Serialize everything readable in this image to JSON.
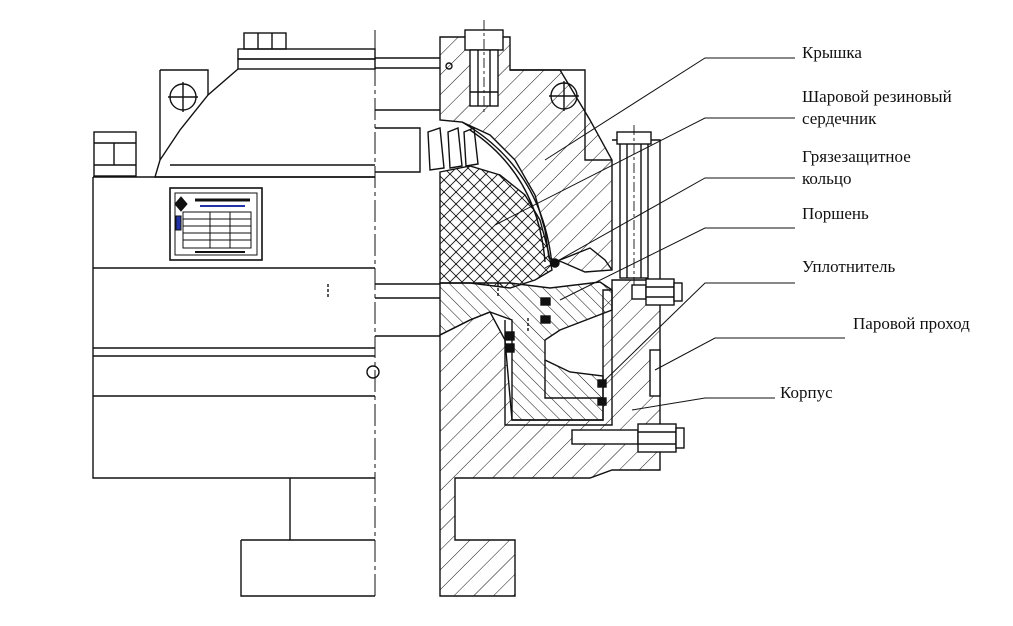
{
  "diagram": {
    "labels": [
      {
        "id": "cover",
        "text": "Крышка"
      },
      {
        "id": "rubber_core_1",
        "text": "Шаровой  резиновый"
      },
      {
        "id": "rubber_core_2",
        "text": "сердечник"
      },
      {
        "id": "dirt_ring_1",
        "text": "Грязезащитное"
      },
      {
        "id": "dirt_ring_2",
        "text": "кольцо"
      },
      {
        "id": "piston",
        "text": "Поршень"
      },
      {
        "id": "seal",
        "text": "Уплотнитель"
      },
      {
        "id": "steam",
        "text": "Паровой проход"
      },
      {
        "id": "body",
        "text": "Корпус"
      }
    ],
    "colors": {
      "line": "#111111",
      "background": "#ffffff"
    }
  }
}
